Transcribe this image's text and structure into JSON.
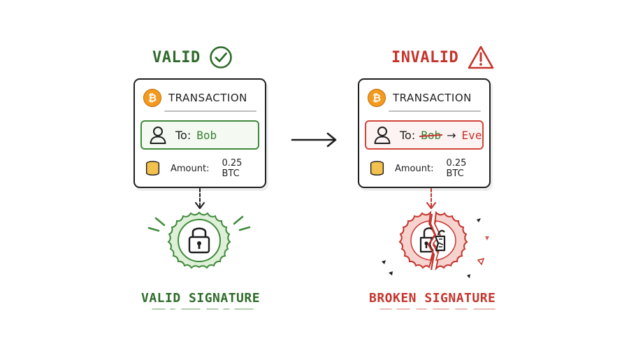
{
  "valid_panel": {
    "heading": "VALID",
    "status_color": "#2e6b2a",
    "heading_icon": "check-circle-icon",
    "card": {
      "title": "TRANSACTION",
      "coin_symbol": "₿",
      "to_label": "To:",
      "recipient": "Bob",
      "amount_label": "Amount:",
      "amount_value": "0.25 BTC"
    },
    "seal_icon": "padlock-seal-icon",
    "caption": "VALID SIGNATURE"
  },
  "invalid_panel": {
    "heading": "INVALID",
    "status_color": "#c5342c",
    "heading_icon": "warning-triangle-icon",
    "card": {
      "title": "TRANSACTION",
      "coin_symbol": "₿",
      "to_label": "To:",
      "original_recipient": "Bob",
      "change_arrow": "→",
      "new_recipient": "Eve",
      "amount_label": "Amount:",
      "amount_value": "0.25 BTC"
    },
    "seal_icon": "broken-padlock-seal-icon",
    "caption": "BROKEN SIGNATURE"
  },
  "colors": {
    "bitcoin_orange": "#f39a1e",
    "valid_green": "#3f8a3a",
    "invalid_red": "#d0463b"
  }
}
